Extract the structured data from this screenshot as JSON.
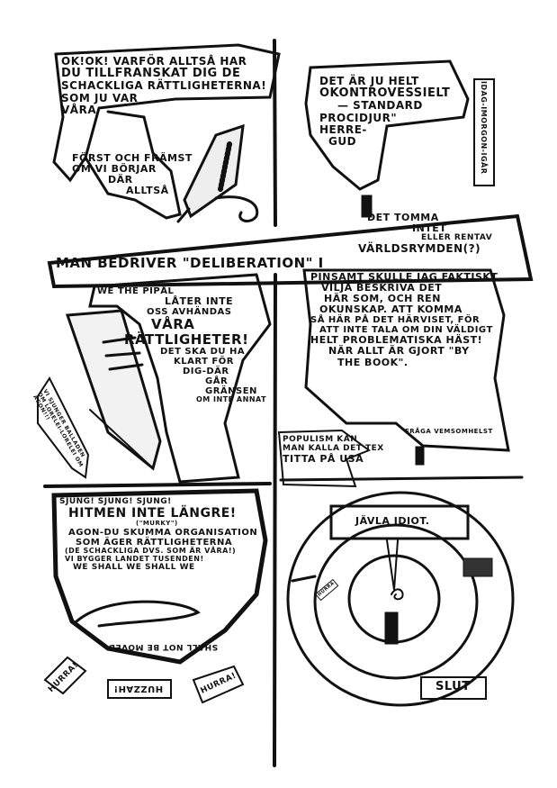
{
  "panel1": {
    "lines": [
      "OK!OK! VARFÖR ALLTSÅ HAR",
      "DU TILLFRANSKAT DIG DE",
      "SCHACKLIGA RÄTTLIGHETERNA!",
      "SOM JU VAR",
      "VÅRA",
      "FÖRST OCH FRÄMST",
      "OM VI BÖRJAR",
      "DÄR",
      "ALLTSÅ"
    ]
  },
  "panel2": {
    "lines": [
      "DET ÄR JU HELT",
      "OKONTROVESSIELT",
      "— STANDARD",
      "PROCIDJUR\"",
      "HERRE-",
      "GUD"
    ],
    "side_caption": "IDAG-IMORGON-IGÅR"
  },
  "banner": {
    "main": "MAN BEDRIVER \"DELIBERATION\" I",
    "lines": [
      "DET TOMMA",
      "INTET",
      "ELLER RENTAV",
      "VÄRLDSRYMDEN(?)"
    ]
  },
  "panel3": {
    "lines": [
      "WE THE PIPÅL",
      "LÅTER INTE",
      "OSS AVHÄNDAS",
      "VÅRA",
      "RÄTTLIGHETER!",
      "DET SKA DU HA",
      "KLART FÖR",
      "DIG-DÄR",
      "GÅR",
      "GRÄNSEN",
      "OM INTE ANNAT"
    ],
    "side_note": "VI SJUNGER BALLADEN OM LORELEI-LORELEI OM AGON!!!"
  },
  "panel4": {
    "lines": [
      "PINSAMT SKULLE JAG FAKTISKT",
      "VILJA BESKRIVA DET",
      "HÄR SOM, OCH REN",
      "OKUNSKAP. ATT KOMMA",
      "SÅ HÄR PÅ DET HÄRVISET, FÖR",
      "ATT INTE TALA OM DIN VÄLDIGT",
      "HELT PROBLEMATISKA HÄST!",
      "NÄR ALLT ÄR GJORT \"BY",
      "THE BOOK\".",
      "FRÅGA VEMSOMHELST"
    ],
    "populism": [
      "POPULISM KAN",
      "MAN KALLA DET TEX",
      "TITTA PÅ USA"
    ]
  },
  "panel5": {
    "lines": [
      "SJUNG! SJUNG! SJUNG!",
      "HITMEN INTE LÄNGRE!",
      "(\"MURKY\")",
      "AGON-DU SKUMMA ORGANISATION",
      "SOM ÄGER RÄTTLIGHETERNA",
      "(DE SCHACKLIGA DVS. SOM ÄR VÅRA!)",
      "VI BYGGER LANDET TUSENDEN!",
      "WE SHALL WE SHALL WE",
      "SHALL NOT BE MOVED"
    ],
    "cheers": [
      "HURRA!",
      "HUZZAH!",
      "HURRA!"
    ]
  },
  "panel6": {
    "speech": "JÄVLA IDIOT.",
    "small_cheer": "HURRA",
    "end": "SLUT"
  }
}
